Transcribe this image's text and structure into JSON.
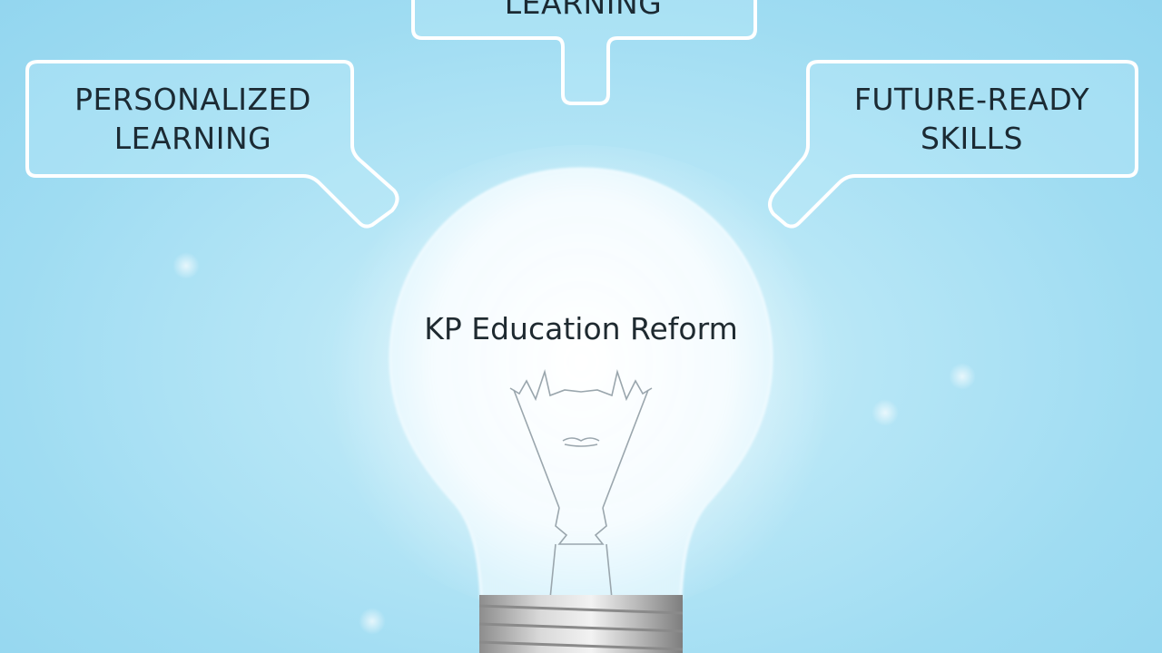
{
  "center": {
    "title": "KP Education Reform"
  },
  "bubbles": {
    "top": {
      "line1": "LEARNING"
    },
    "left": {
      "line1": "PERSONALIZED",
      "line2": "LEARNING"
    },
    "right": {
      "line1": "FUTURE-READY",
      "line2": "SKILLS"
    }
  },
  "colors": {
    "background": "#a9e1f4",
    "bubble_stroke": "#ffffff",
    "text": "#1b2a33",
    "bulb_base": "#b8b8b8"
  },
  "icons": {
    "bulb": "lightbulb-icon"
  }
}
